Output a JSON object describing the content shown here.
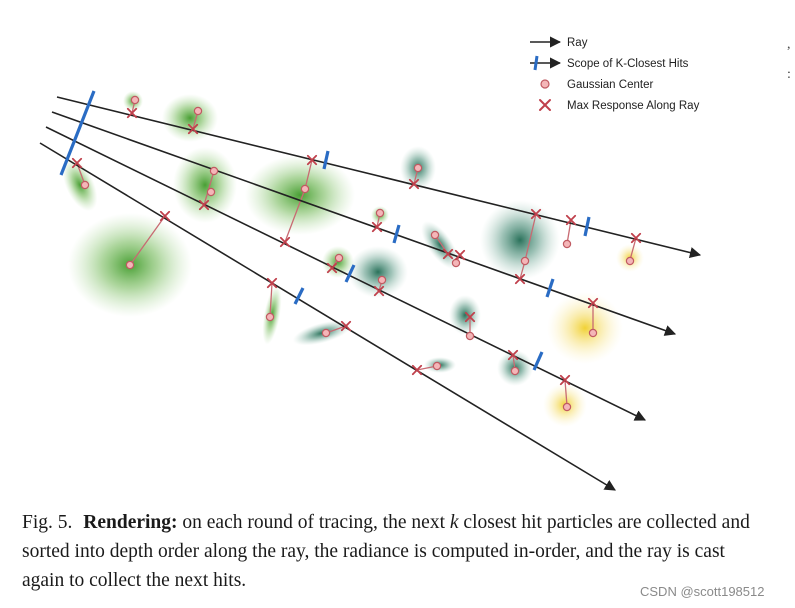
{
  "legend": {
    "ray": "Ray",
    "scope": "Scope of K-Closest Hits",
    "gaussian_center": "Gaussian Center",
    "max_response": "Max Response Along Ray"
  },
  "caption": {
    "fig_number": "Fig. 5.",
    "bold_term": "Rendering:",
    "text_before_k": "on each round of tracing, the next",
    "k_symbol": "k",
    "text_after_k": "closest hit particles are collected and sorted into depth order along the ray, the radiance is computed in-order, and the ray is cast again to collect the next hits."
  },
  "watermark": "CSDN @scott198512",
  "colors": {
    "ray": "#222222",
    "scope_marker": "#2a6cc4",
    "gaussian_center_fill": "#f4b6b8",
    "gaussian_center_stroke": "#c05a62",
    "max_response": "#c0404c",
    "connector": "#c86a72",
    "blob_green": "#5aa63a",
    "blob_teal": "#2f7a62",
    "blob_yellow": "#f2d85a"
  }
}
